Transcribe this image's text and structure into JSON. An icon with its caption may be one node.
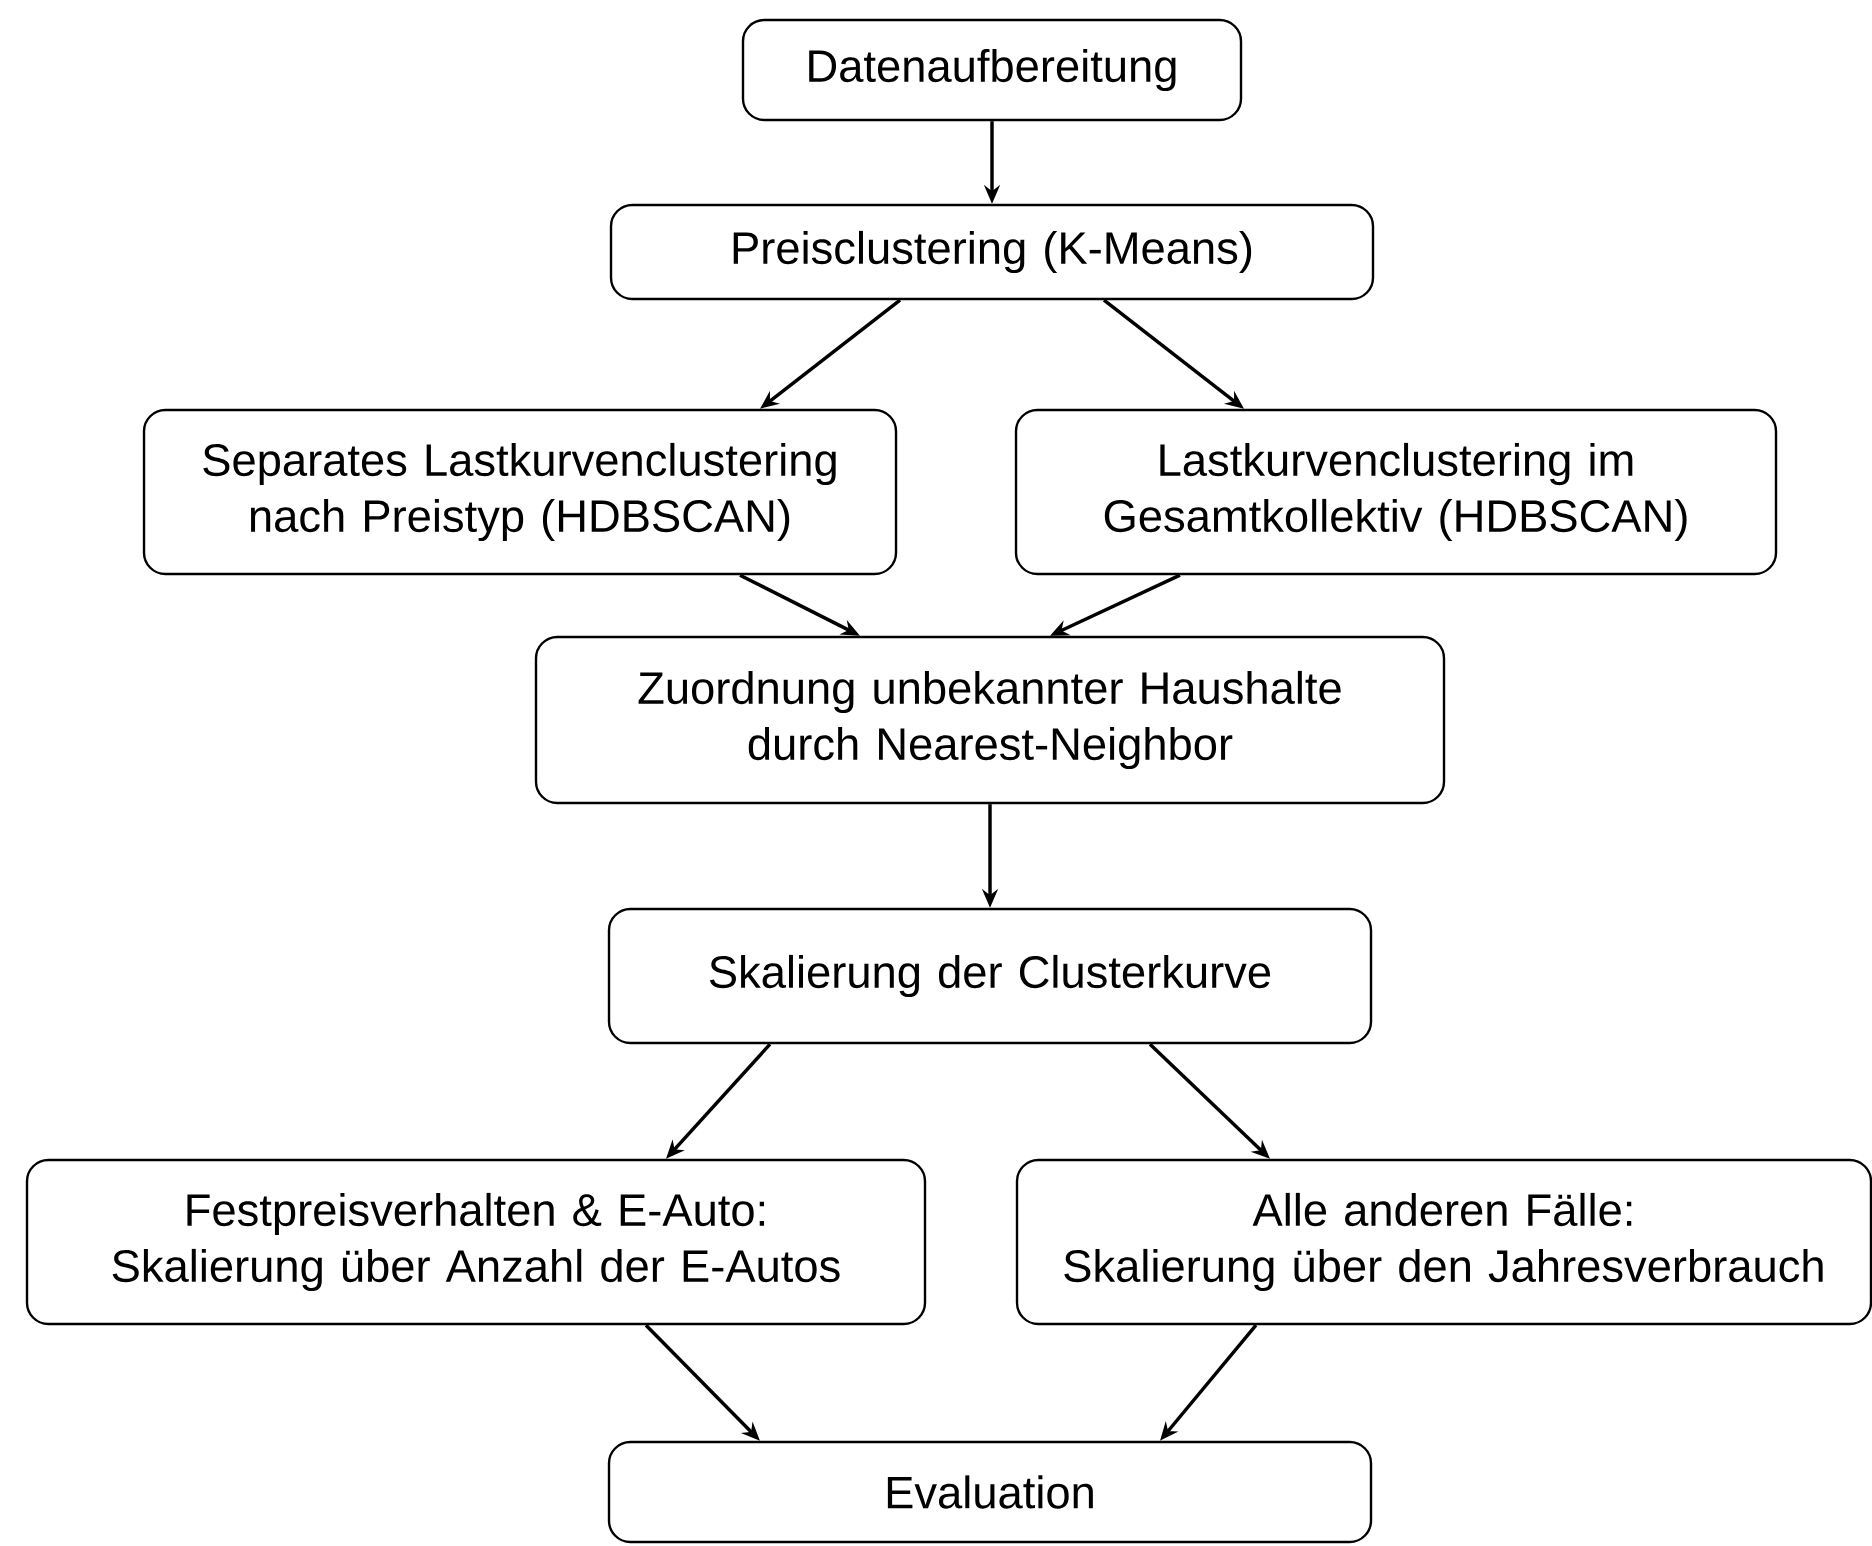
{
  "diagram": {
    "nodes": [
      {
        "text": [
          "Datenaufbereitung"
        ]
      },
      {
        "text": [
          "Preisclustering (K-Means)"
        ]
      },
      {
        "text": [
          "Separates Lastkurvenclustering nach Preistyp (HDBSCAN)"
        ]
      },
      {
        "text": [
          "Lastkurvenclustering im Gesamtkollektiv (HDBSCAN)"
        ]
      },
      {
        "text": [
          "Zuordnung unbekannter Haushalte durch Nearest-Neighbor"
        ]
      },
      {
        "text": [
          "Skalierung der Clusterkurve"
        ]
      },
      {
        "text": [
          "Festpreisverhalten & E-Auto:",
          "Skalierung über Anzahl der E-Autos"
        ]
      },
      {
        "text": [
          "Alle anderen Fälle:",
          "Skalierung über den Jahresverbrauch"
        ]
      },
      {
        "text": [
          "Evaluation"
        ]
      }
    ],
    "edges": [
      {
        "from": 0,
        "to": 1,
        "arrow": "to"
      },
      {
        "from": 1,
        "to": 2,
        "arrow": "to"
      },
      {
        "from": 1,
        "to": 3,
        "arrow": "to"
      },
      {
        "from": 2,
        "to": 4,
        "arrow": "to"
      },
      {
        "from": 3,
        "to": 4,
        "arrow": "to"
      },
      {
        "from": 4,
        "to": 5,
        "arrow": "to"
      },
      {
        "from": 5,
        "to": 6,
        "arrow": "to"
      },
      {
        "from": 5,
        "to": 7,
        "arrow": "to"
      },
      {
        "from": 6,
        "to": 8,
        "arrow": "to"
      },
      {
        "from": 7,
        "to": 8,
        "arrow": "to"
      }
    ]
  }
}
